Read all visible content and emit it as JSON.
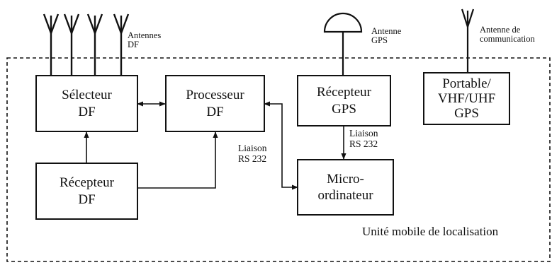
{
  "diagram": {
    "mobile_unit_label": "Unité mobile de localisation",
    "antenna_labels": {
      "df": [
        "Antennes",
        "DF"
      ],
      "gps": [
        "Antenne",
        "GPS"
      ],
      "comm": [
        "Antenne de",
        "communication"
      ]
    },
    "boxes": {
      "selecteur": [
        "Sélecteur",
        "DF"
      ],
      "processeur": [
        "Processeur",
        "DF"
      ],
      "recepteur_df": [
        "Récepteur",
        "DF"
      ],
      "recepteur_gps": [
        "Récepteur",
        "GPS"
      ],
      "micro": [
        "Micro-",
        "ordinateur"
      ],
      "portable": [
        "Portable/",
        "VHF/UHF",
        "GPS"
      ]
    },
    "link_labels": {
      "left": [
        "Liaison",
        "RS 232"
      ],
      "gps": [
        "Liaison",
        "RS 232"
      ]
    }
  }
}
